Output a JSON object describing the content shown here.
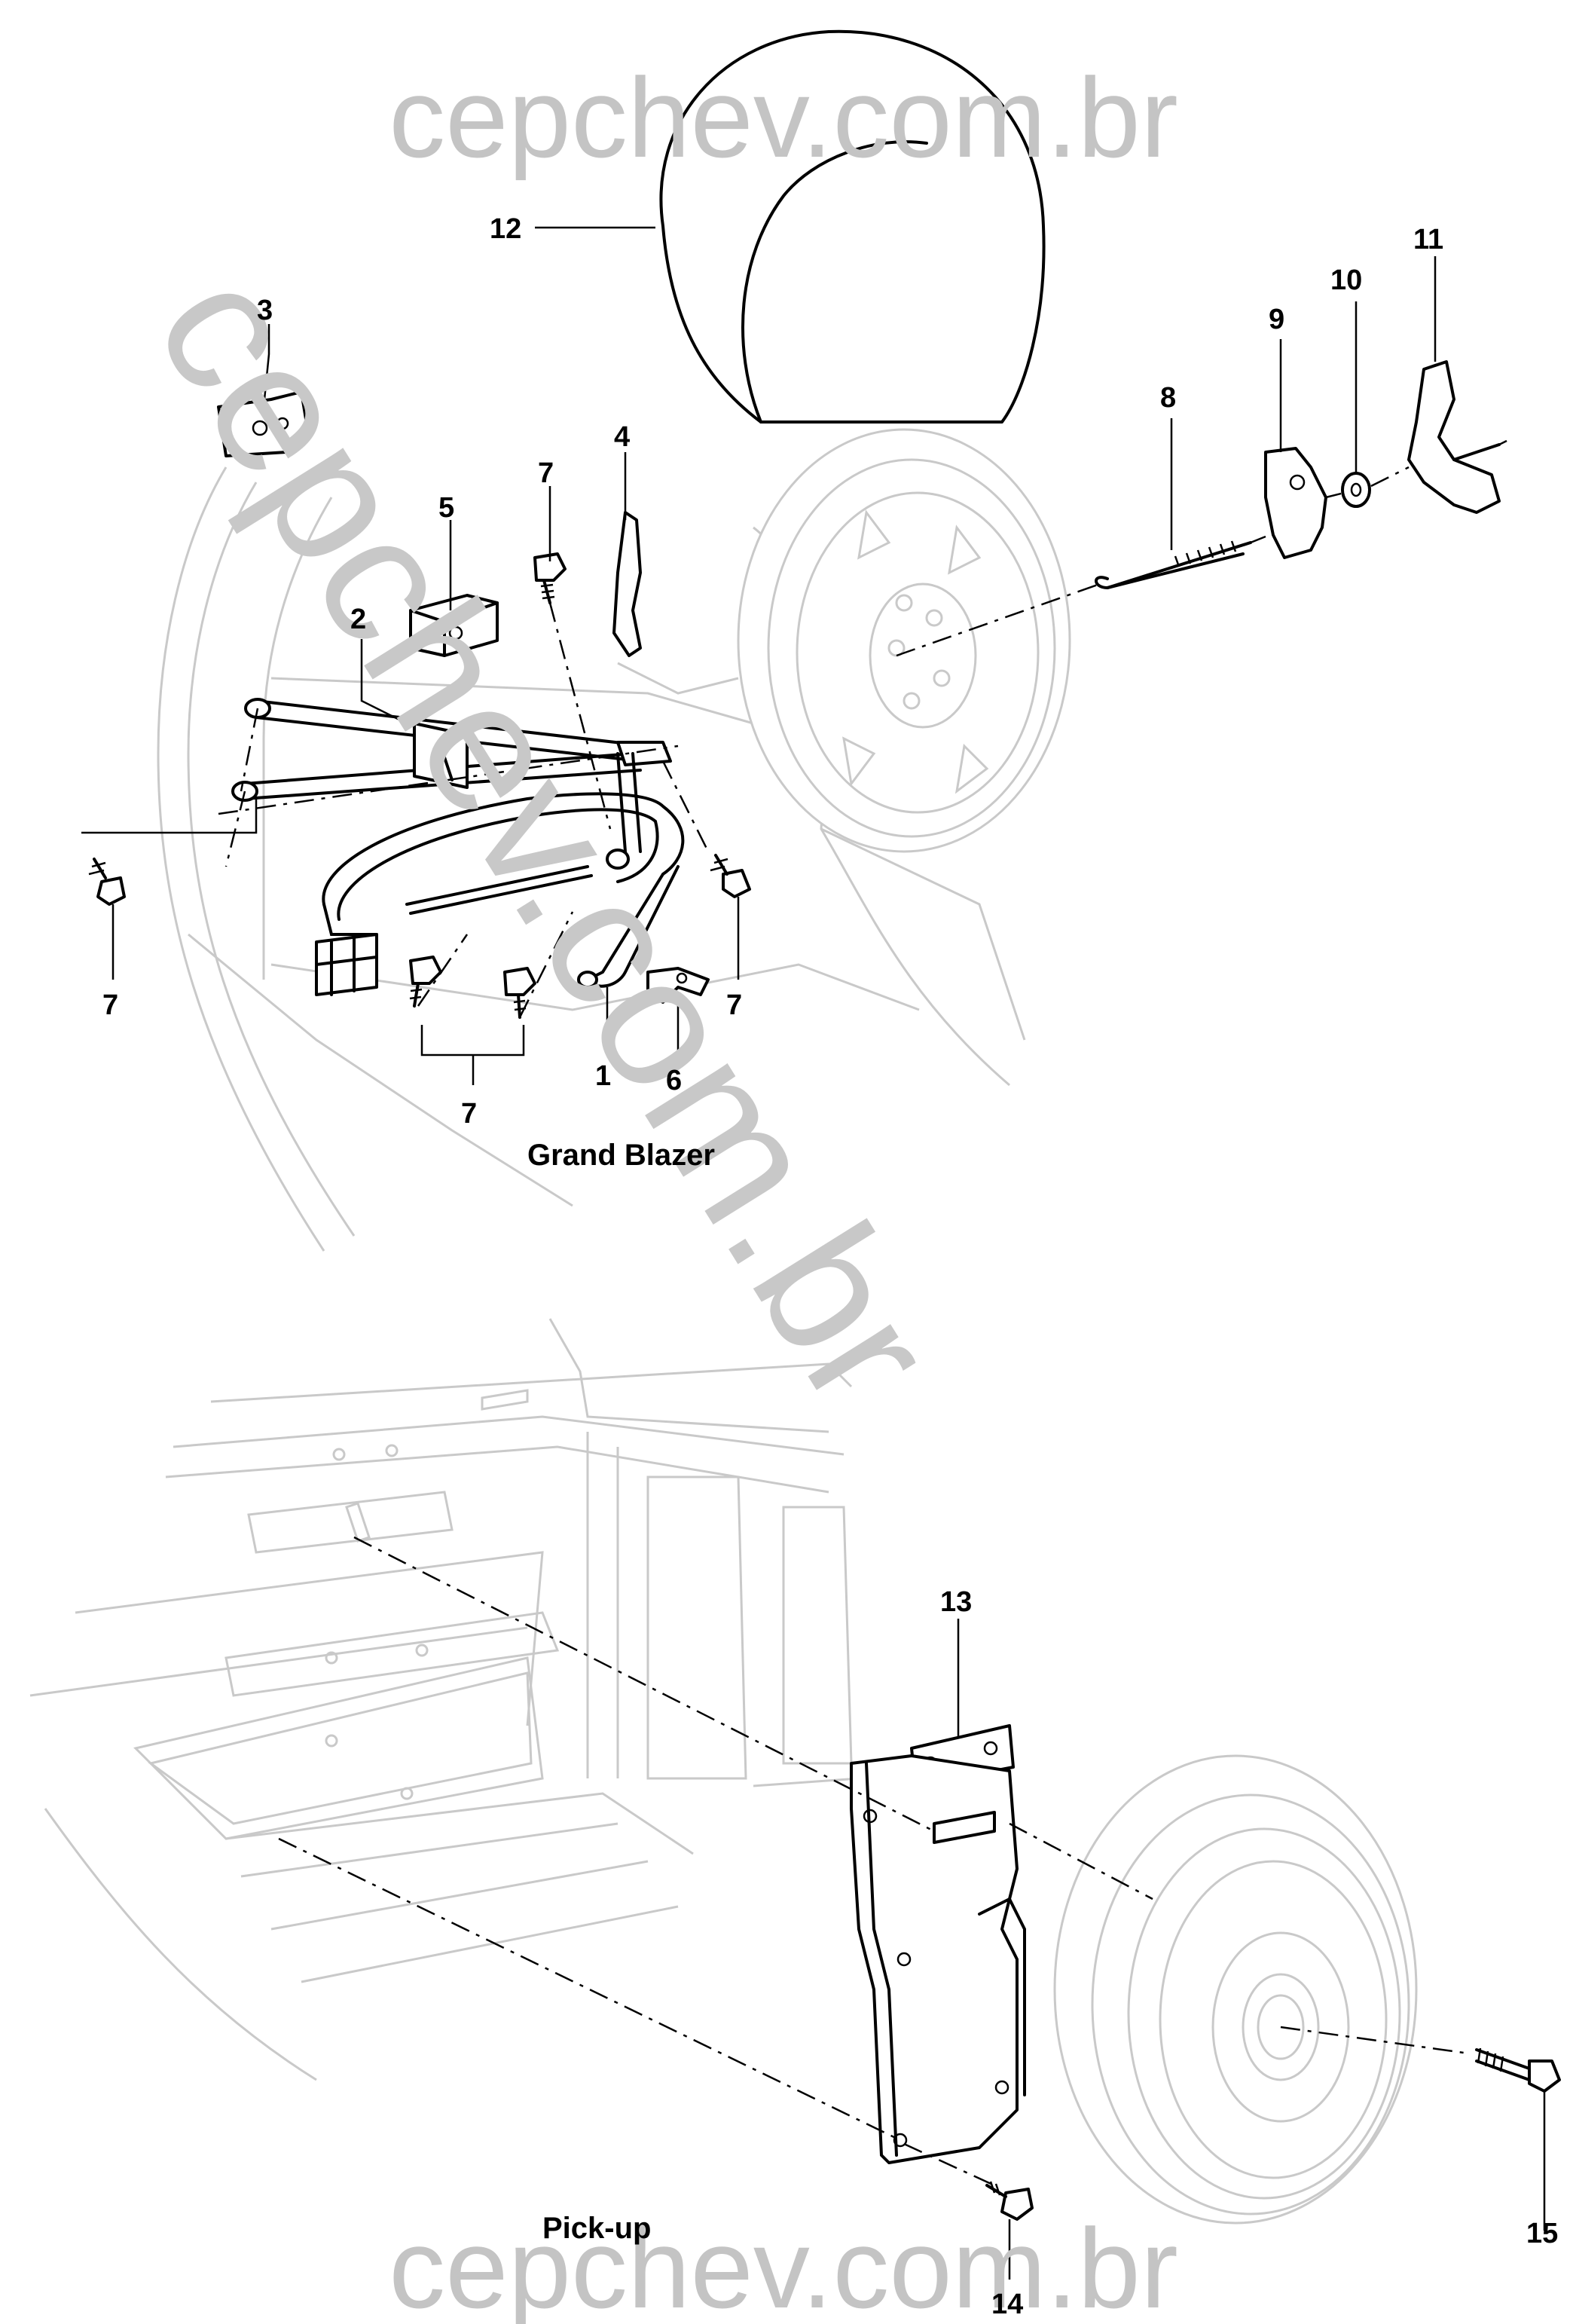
{
  "watermark": {
    "text": "cepchev.com.br",
    "diagonal_text": "cepchev.com.br"
  },
  "sections": {
    "top_label": "Grand Blazer",
    "bottom_label": "Pick-up"
  },
  "callouts": {
    "c1": "1",
    "c2": "2",
    "c3": "3",
    "c4": "4",
    "c5": "5",
    "c6": "6",
    "c7a": "7",
    "c7b": "7",
    "c7c": "7",
    "c7d": "7",
    "c8": "8",
    "c9": "9",
    "c10": "10",
    "c11": "11",
    "c12": "12",
    "c13": "13",
    "c14": "14",
    "c15": "15"
  },
  "colors": {
    "line_art": "#000000",
    "background_art": "#c9c9c9",
    "watermark": "#c4c4c4"
  }
}
